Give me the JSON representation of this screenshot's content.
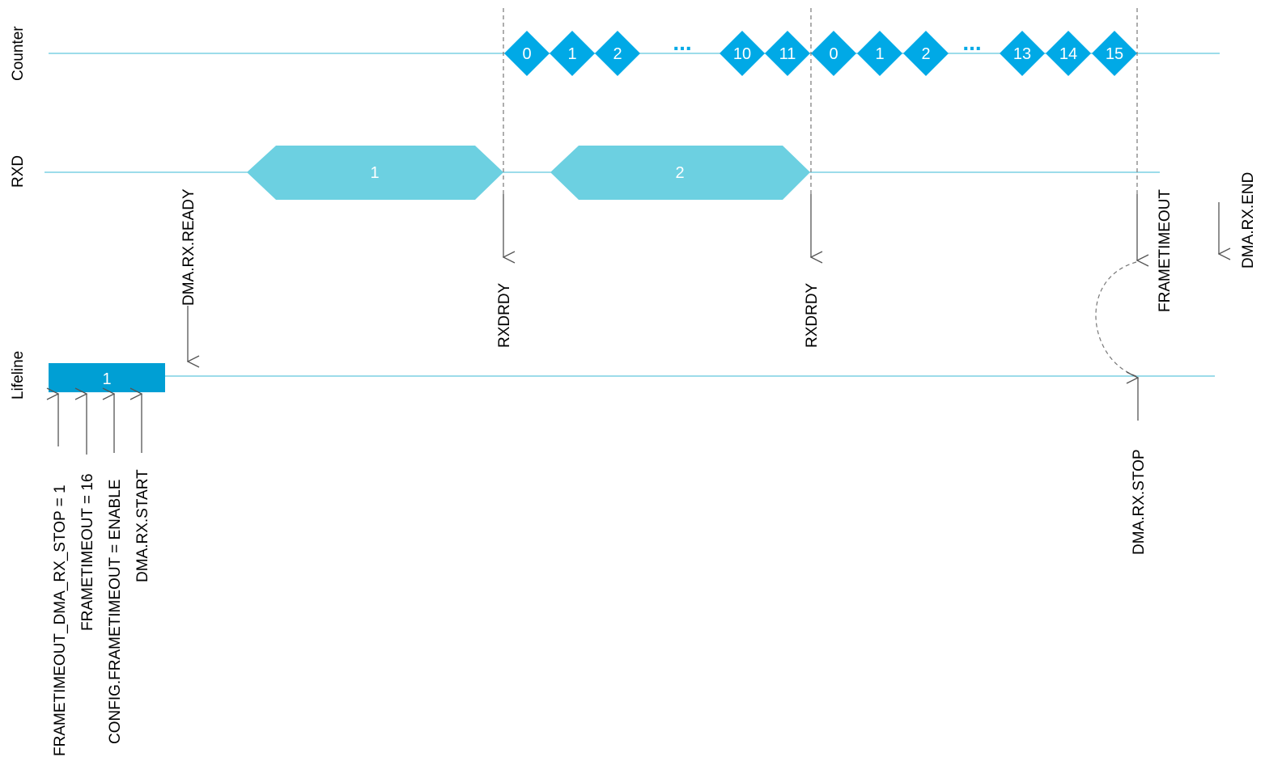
{
  "colors": {
    "signal_line": "#62C8DE",
    "counter_fill": "#00A9E6",
    "rxd_fill": "#6CD0E1",
    "lifeline_box": "#009FD4",
    "arrow": "#555555",
    "dashed": "#777777",
    "text": "#000000"
  },
  "rows": {
    "counter": "Counter",
    "rxd": "RXD",
    "lifeline": "Lifeline"
  },
  "counter": {
    "group1": [
      "0",
      "1",
      "2",
      "10",
      "11"
    ],
    "group2": [
      "0",
      "1",
      "2",
      "13",
      "14",
      "15"
    ],
    "ellipsis": "..."
  },
  "rxd": {
    "frames": [
      "1",
      "2"
    ]
  },
  "lifeline": {
    "box_label": "1"
  },
  "events": {
    "start_inputs": [
      "FRAMETIMEOUT_DMA_RX_STOP = 1",
      "FRAMETIMEOUT = 16",
      "CONFIG.FRAMETIMEOUT = ENABLE",
      "DMA.RX.START"
    ],
    "dma_rx_ready": "DMA.RX.READY",
    "rxdrdy_1": "RXDRDY",
    "rxdrdy_2": "RXDRDY",
    "frametimeout": "FRAMETIMEOUT",
    "dma_rx_stop": "DMA.RX.STOP",
    "dma_rx_end": "DMA.RX.END"
  }
}
